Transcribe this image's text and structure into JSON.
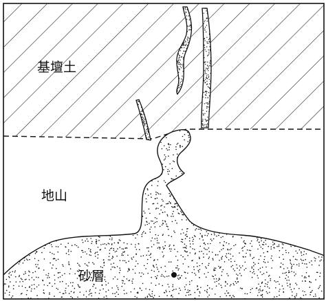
{
  "labels": {
    "foundation_soil": "基壇土",
    "natural_ground": "地山",
    "sand_layer": "砂層"
  },
  "colors": {
    "ink": "#111111",
    "paper": "#ffffff"
  }
}
